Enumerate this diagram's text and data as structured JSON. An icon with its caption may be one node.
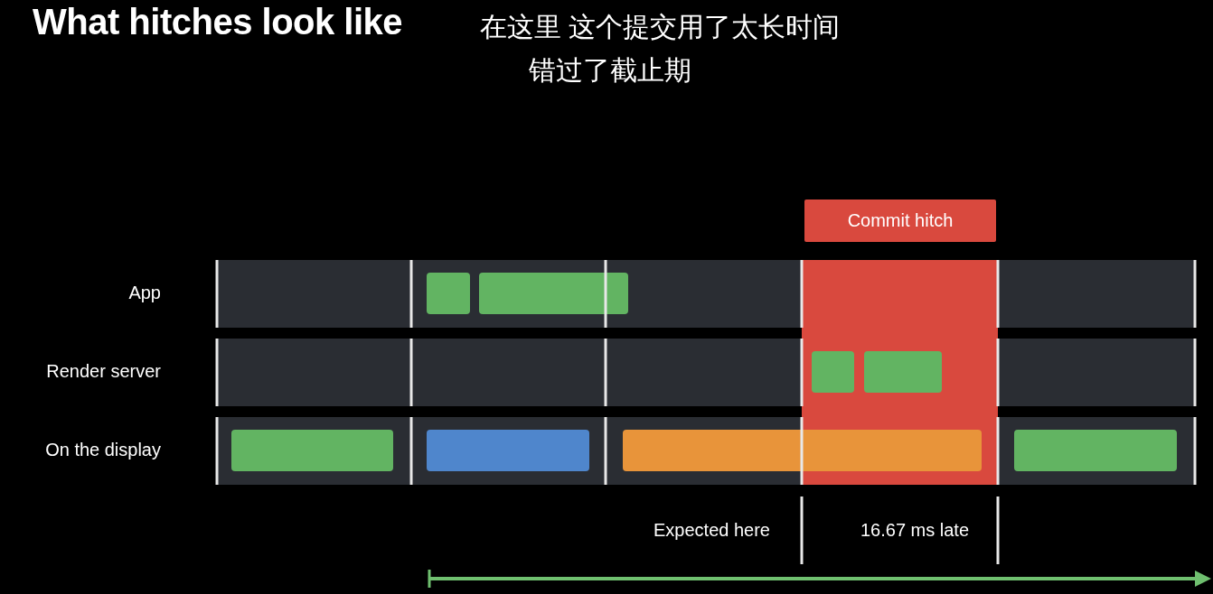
{
  "diagram": {
    "title": "What hitches look like",
    "nodes": [
      {
        "text": [
          "Commit hitch"
        ]
      }
    ],
    "labels": [
      "在这里 这个提交用了太长时间",
      "错过了截止期",
      "App",
      "Render server",
      "On the display",
      "Expected here",
      "16.67 ms late"
    ]
  }
}
